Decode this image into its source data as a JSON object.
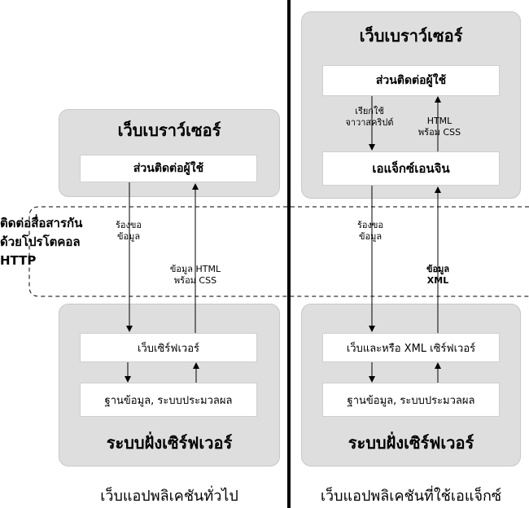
{
  "left": {
    "browser_title": "เว็บเบราว์เซอร์",
    "ui_box": "ส่วนติดต่อผู้ใช้",
    "request_label": "ร้องขอ\nข้อมูล",
    "response_label": "ข้อมูล HTML\nพร้อม CSS",
    "webserver_box": "เว็บเซิร์ฟเวอร์",
    "db_box": "ฐานข้อมูล, ระบบประมวลผล",
    "server_title": "ระบบฝั่งเซิร์ฟเวอร์",
    "caption": "เว็บแอปพลิเคชันทั่วไป"
  },
  "http_label": "ติดต่อสื่อสารกัน\nด้วยโปรโตคอล\nHTTP",
  "right": {
    "browser_title": "เว็บเบราว์เซอร์",
    "ui_box": "ส่วนติดต่อผู้ใช้",
    "js_call_label": "เรียกใช้\nจาวาสคริปต์",
    "html_css_label": "HTML\nพร้อม CSS",
    "ajax_engine_box": "เอแจ็กซ์เอนจิน",
    "request_label": "ร้องขอ\nข้อมูล",
    "xml_label": "ข้อมูล\nXML",
    "webserver_box": "เว็บและหรือ XML เซิร์ฟเวอร์",
    "db_box": "ฐานข้อมูล, ระบบประมวลผล",
    "server_title": "ระบบฝั่งเซิร์ฟเวอร์",
    "caption": "เว็บแอปพลิเคชันที่ใช้เอแจ็กซ์"
  }
}
